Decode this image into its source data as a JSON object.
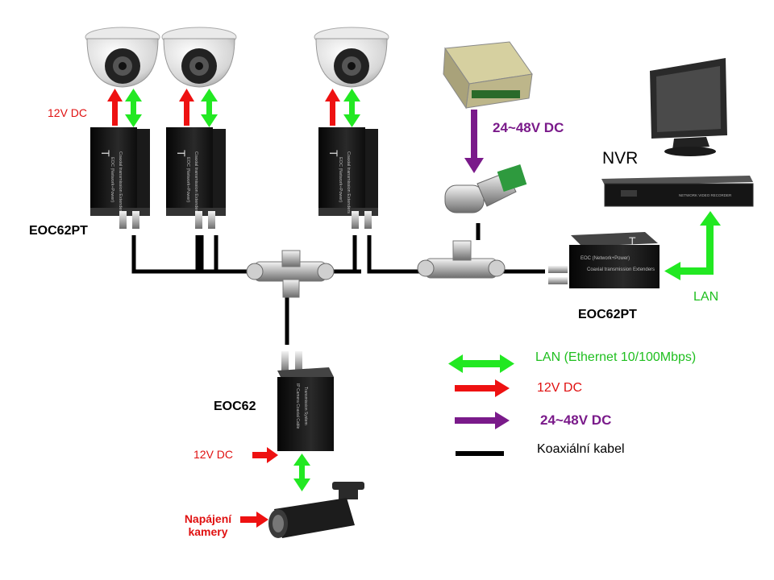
{
  "labels": {
    "cam_power_top": "12V DC",
    "psu_voltage": "24~48V DC",
    "nvr": "NVR",
    "lan": "LAN",
    "eoc62pt_left": "EOC62PT",
    "eoc62pt_right": "EOC62PT",
    "eoc62": "EOC62",
    "eoc62_power": "12V DC",
    "cam_power_bottom_1": "Napájení",
    "cam_power_bottom_2": "kamery"
  },
  "device_text": {
    "eoc_face_1": "EOC (Network+Power)",
    "eoc_face_2": "Coaxial transmission Extenders",
    "eoc62_face_1": "IP Camera Coaxial Cable",
    "eoc62_face_2": "Transmission System",
    "tag": "T",
    "nvr_brand": "NETWORK VIDEO RECORDER"
  },
  "legend": [
    {
      "label": "LAN (Ethernet 10/100Mbps)",
      "kind": "lan",
      "color": "#22e822"
    },
    {
      "label": "12V DC",
      "kind": "dc12",
      "color": "#ee1111"
    },
    {
      "label": "24~48V DC",
      "kind": "dc48",
      "color": "#7a1a8a"
    },
    {
      "label": "Koaxiální kabel",
      "kind": "coax",
      "color": "#000000"
    }
  ],
  "colors": {
    "lan": "#22e822",
    "dc12": "#ee1111",
    "dc48": "#7a1a8a",
    "coax": "#000000"
  }
}
